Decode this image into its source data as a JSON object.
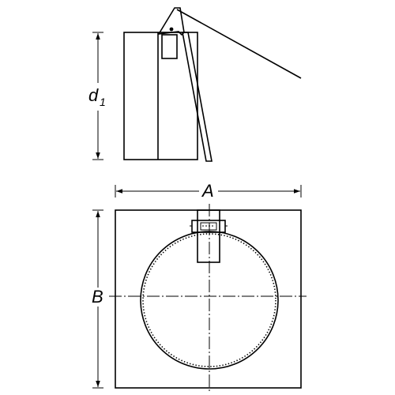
{
  "labels": {
    "side_height": "d",
    "side_height_sub": "1",
    "width": "A",
    "height": "B"
  },
  "colors": {
    "line": "#000000",
    "background": "#ffffff"
  }
}
